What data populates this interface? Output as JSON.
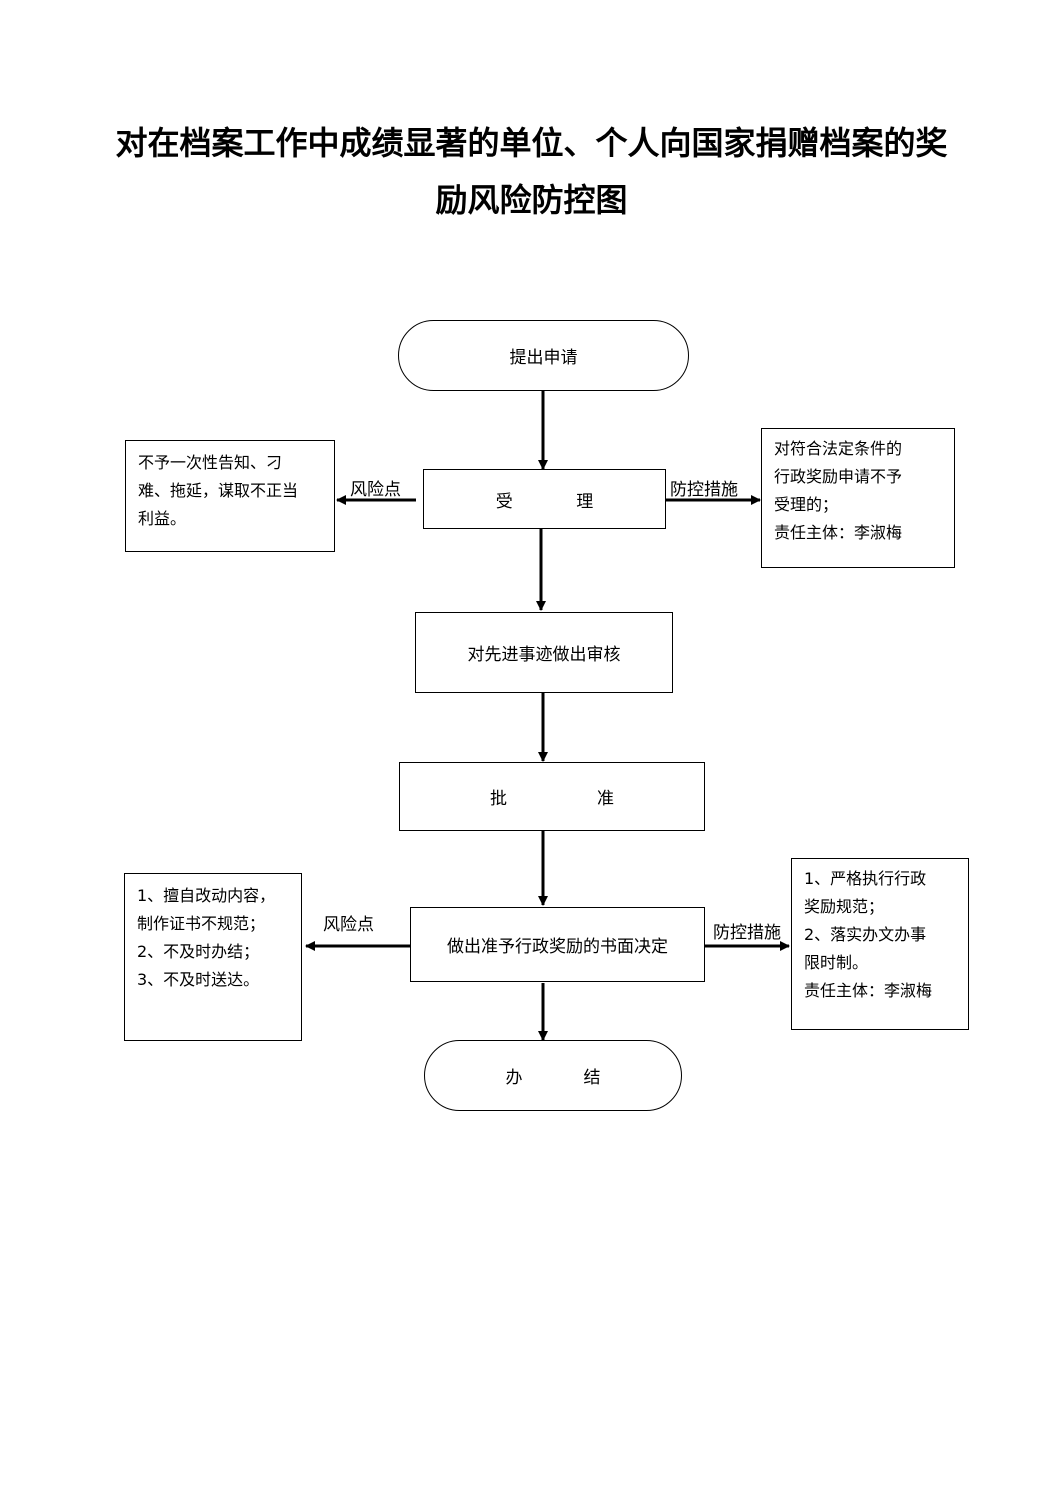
{
  "title": {
    "line1": "对在档案工作中成绩显著的单位、个人向国家捐赠档案的奖",
    "line2": "励风险防控图"
  },
  "flow": {
    "apply": "提出申请",
    "accept": {
      "left": "受",
      "right": "理"
    },
    "review": "对先进事迹做出审核",
    "approve": {
      "left": "批",
      "right": "准"
    },
    "decision": "做出准予行政奖励的书面决定",
    "finish": {
      "left": "办",
      "right": "结"
    }
  },
  "labels": {
    "risk1": "风险点",
    "control1": "防控措施",
    "risk2": "风险点",
    "control2": "防控措施"
  },
  "risk1_box": {
    "lines": [
      "不予一次性告知、刁",
      "难、拖延，谋取不正当",
      "利益。"
    ]
  },
  "control1_box": {
    "lines": [
      "对符合法定条件的",
      "行政奖励申请不予",
      "受理的；",
      "责任主体：李淑梅"
    ]
  },
  "risk2_box": {
    "lines": [
      "1、擅自改动内容，",
      "制作证书不规范；",
      "2、不及时办结；",
      "3、不及时送达。"
    ]
  },
  "control2_box": {
    "lines": [
      "1、严格执行行政",
      "奖励规范；",
      "2、落实办文办事",
      "限时制。",
      "责任主体：李淑梅"
    ]
  }
}
